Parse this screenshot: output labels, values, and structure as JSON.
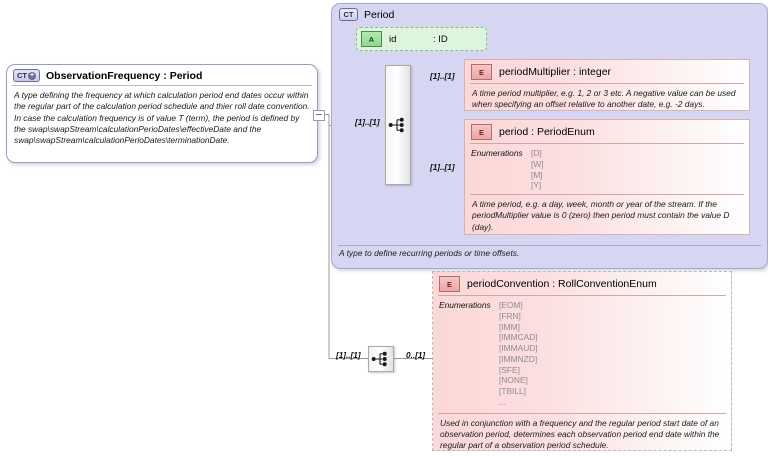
{
  "diagram": {
    "kind": "xsd-schema-diagram",
    "colors": {
      "complex_type_fill": "#d6d6f2",
      "attribute_fill": "#ddf5dd",
      "element_fill": "#fbd8d8",
      "root_fill": "#ffffff",
      "compositor_fill": "#f4f4f4"
    }
  },
  "root_type": {
    "badge": "CT",
    "badge_expand": "+",
    "title": "ObservationFrequency : Period",
    "description": "A type defining the frequency at which calculation period end dates occur within the regular part of the calculation period schedule and thier roll date convention. In case the calculation frequency is of value T (term), the period is defined by the swap\\swapStream\\calculationPerioDates\\effectiveDate and the swap\\swapStream\\calculationPerioDates\\terminationDate."
  },
  "period_type": {
    "badge": "CT",
    "title": "Period",
    "footer": "A type to define recurring periods or time offsets.",
    "attribute": {
      "badge": "A",
      "name": "id",
      "type": ": ID"
    }
  },
  "compositors": {
    "main_sequence": "sequence-icon",
    "convention_sequence": "sequence-icon"
  },
  "elements": [
    {
      "id": "periodMultiplier",
      "badge": "E",
      "title": "periodMultiplier : integer",
      "description": "A time period multiplier, e.g. 1, 2 or 3 etc. A negative value can be used when specifying an offset relative to another date, e.g. -2 days.",
      "enumerations_label": "",
      "enumerations": [],
      "cardinality": "[1]..[1]"
    },
    {
      "id": "period",
      "badge": "E",
      "title": "period     : PeriodEnum",
      "description": "A time period, e.g. a day, week, month or year of the stream. If the periodMultiplier value is 0 (zero) then period must contain the value D (day).",
      "enumerations_label": "Enumerations",
      "enumerations": [
        "[D]",
        "[W]",
        "[M]",
        "[Y]"
      ],
      "cardinality": "[1]..[1]"
    },
    {
      "id": "periodConvention",
      "badge": "E",
      "title": "periodConvention : RollConventionEnum",
      "description": "Used in conjunction with a frequency and the regular period start date of an observation period, determines each observation period end date within the regular part of a observation period schedule.",
      "enumerations_label": "Enumerations",
      "enumerations": [
        "[EOM]",
        "[FRN]",
        "[IMM]",
        "[IMMCAD]",
        "[IMMAUD]",
        "[IMMNZD]",
        "[SFE]",
        "[NONE]",
        "[TBILL]",
        "..."
      ],
      "cardinality": "0..[1]"
    }
  ],
  "cardinality_labels": {
    "root_to_sequence": "[1]..[1]",
    "sequence_to_multiplier": "[1]..[1]",
    "sequence_to_period": "[1]..[1]",
    "root_to_convention_sequence": "[1]..[1]",
    "convention_sequence_to_element": "0..[1]"
  },
  "controls": {
    "collapse": "minus"
  }
}
